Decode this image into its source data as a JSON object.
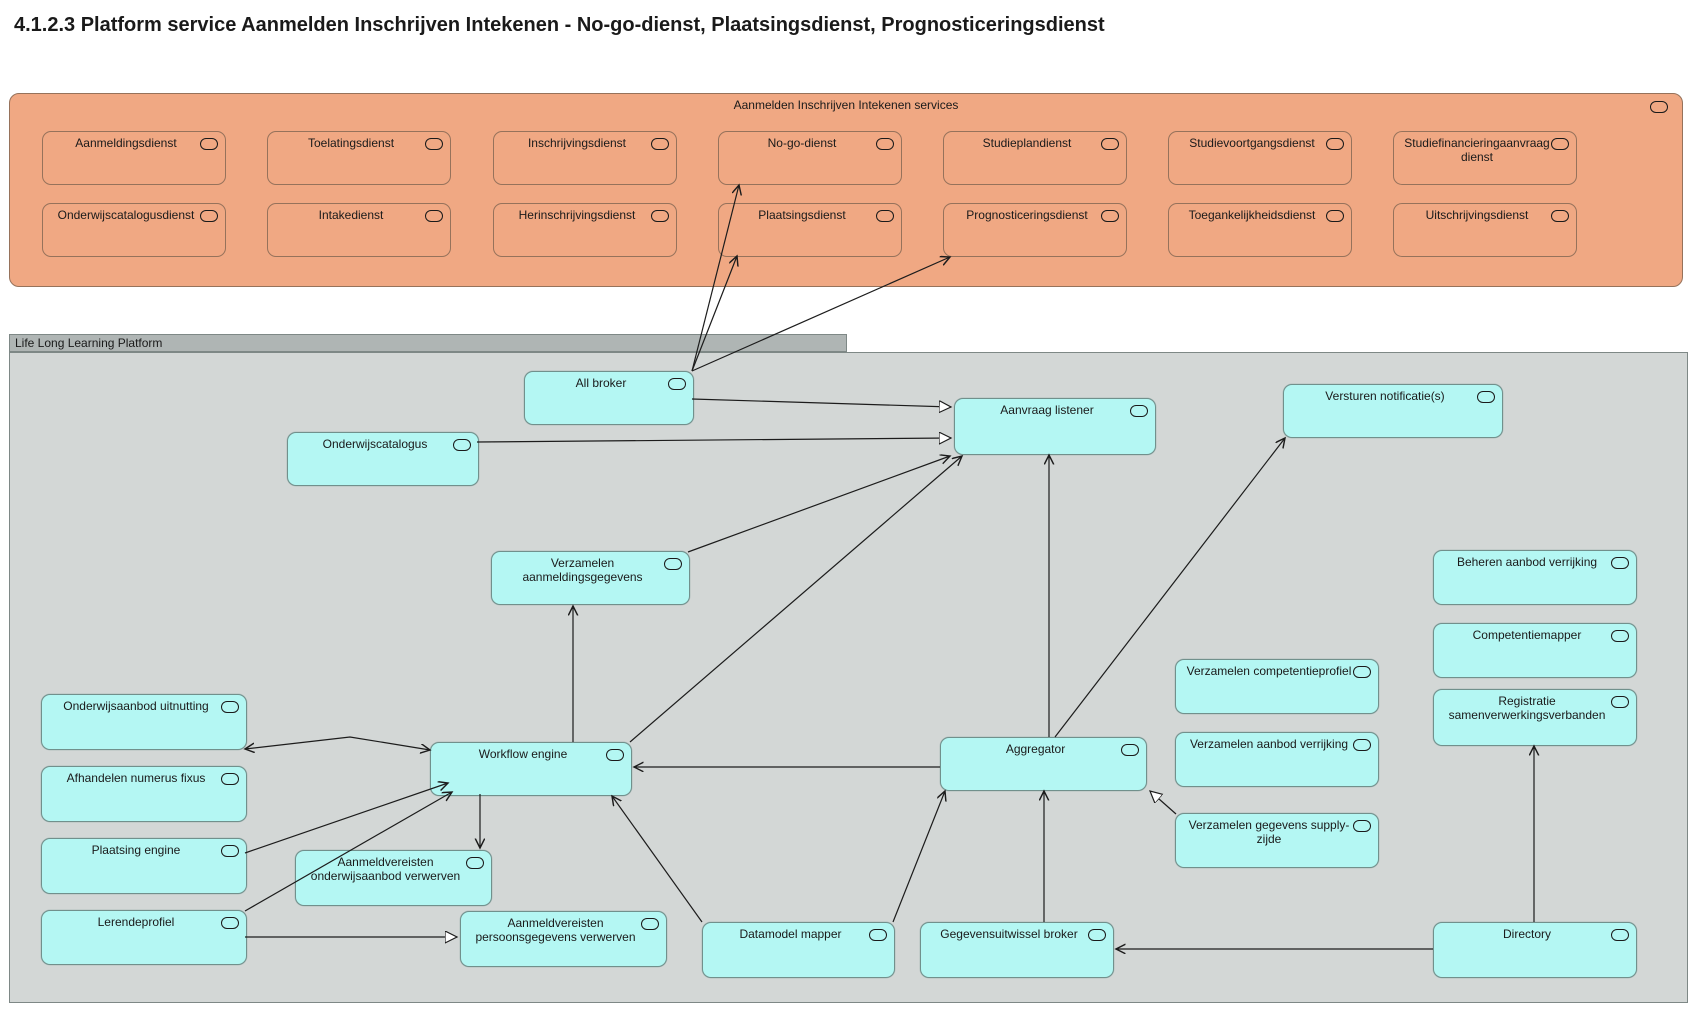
{
  "page_title": "4.1.2.3 Platform service Aanmelden Inschrijven Intekenen - No-go-dienst, Plaatsingsdienst, Prognosticeringsdienst",
  "colors": {
    "service_fill": "#F0A883",
    "service_border": "#96725B",
    "component_fill": "#B4F7F3",
    "component_border": "#71908C",
    "platform_fill": "#D3D7D6",
    "platform_tab_fill": "#AFB5B4",
    "connector": "#1C1C1C"
  },
  "services_group": {
    "label": "Aanmelden Inschrijven Intekenen services",
    "row1": [
      "Aanmeldingsdienst",
      "Toelatingsdienst",
      "Inschrijvingsdienst",
      "No-go-dienst",
      "Studieplandienst",
      "Studievoortgangsdienst",
      "Studiefinancieringaanvraagdienst"
    ],
    "row2": [
      "Onderwijscatalogusdienst",
      "Intakedienst",
      "Herinschrijvingsdienst",
      "Plaatsingsdienst",
      "Prognosticeringsdienst",
      "Toegankelijkheidsdienst",
      "Uitschrijvingsdienst"
    ]
  },
  "platform": {
    "label": "Life Long Learning Platform",
    "components": {
      "all_broker": "All broker",
      "onderwijscatalogus": "Onderwijscatalogus",
      "aanvraag_listener": "Aanvraag listener",
      "versturen_notificaties": "Versturen notificatie(s)",
      "verzamelen_aanmeldingsgegevens": "Verzamelen aanmeldingsgegevens",
      "beheren_aanbod_verrijking": "Beheren aanbod verrijking",
      "competentiemapper": "Competentiemapper",
      "verzamelen_competentieprofiel": "Verzamelen competentieprofiel",
      "registratie_samenverwerkingsverbanden": "Registratie samenverwerkingsverbanden",
      "onderwijsaanbod_uitnutting": "Onderwijsaanbod uitnutting",
      "afhandelen_numerus_fixus": "Afhandelen numerus fixus",
      "plaatsing_engine": "Plaatsing engine",
      "lerendeprofiel": "Lerendeprofiel",
      "workflow_engine": "Workflow engine",
      "aanmeldvereisten_onderwijsaanbod": "Aanmeldvereisten onderwijsaanbod verwerven",
      "aanmeldvereisten_persoonsgegevens": "Aanmeldvereisten persoonsgegevens verwerven",
      "datamodel_mapper": "Datamodel mapper",
      "aggregator": "Aggregator",
      "verzamelen_aanbod_verrijking": "Verzamelen aanbod verrijking",
      "verzamelen_gegevens_supply": "Verzamelen gegevens supply-zijde",
      "gegevensuitwissel_broker": "Gegevensuitwissel broker",
      "directory": "Directory"
    }
  }
}
